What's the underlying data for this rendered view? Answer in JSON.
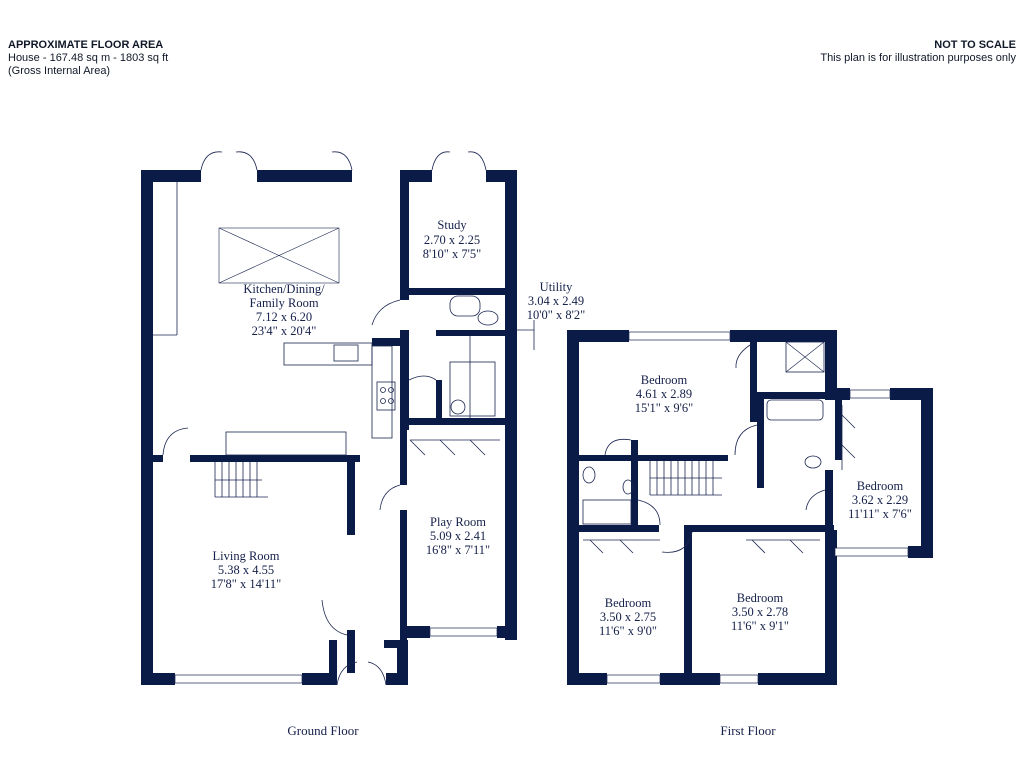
{
  "header": {
    "title": "APPROXIMATE FLOOR AREA",
    "area": "House - 167.48 sq m - 1803 sq ft",
    "note": "(Gross Internal Area)",
    "scale_title": "NOT TO SCALE",
    "scale_note": "This plan is for illustration purposes only"
  },
  "ground_floor": {
    "label": "Ground Floor",
    "rooms": [
      {
        "name": "Kitchen/Dining/",
        "name2": "Family Room",
        "metric": "7.12 x 6.20",
        "imperial": "23'4\" x 20'4\""
      },
      {
        "name": "Study",
        "metric": "2.70 x 2.25",
        "imperial": "8'10\" x 7'5\""
      },
      {
        "name": "Utility",
        "metric": "3.04 x 2.49",
        "imperial": "10'0\" x 8'2\""
      },
      {
        "name": "Play Room",
        "metric": "5.09 x 2.41",
        "imperial": "16'8\" x 7'11\""
      },
      {
        "name": "Living Room",
        "metric": "5.38 x 4.55",
        "imperial": "17'8\" x 14'11\""
      }
    ]
  },
  "first_floor": {
    "label": "First Floor",
    "rooms": [
      {
        "name": "Bedroom",
        "metric": "4.61 x 2.89",
        "imperial": "15'1\" x 9'6\""
      },
      {
        "name": "Bedroom",
        "metric": "3.62 x 2.29",
        "imperial": "11'11\" x 7'6\""
      },
      {
        "name": "Bedroom",
        "metric": "3.50 x 2.75",
        "imperial": "11'6\" x 9'0\""
      },
      {
        "name": "Bedroom",
        "metric": "3.50 x 2.78",
        "imperial": "11'6\" x 9'1\""
      }
    ]
  },
  "colors": {
    "walls": "#0b1b47",
    "text": "#15204a",
    "background": "#ffffff"
  }
}
